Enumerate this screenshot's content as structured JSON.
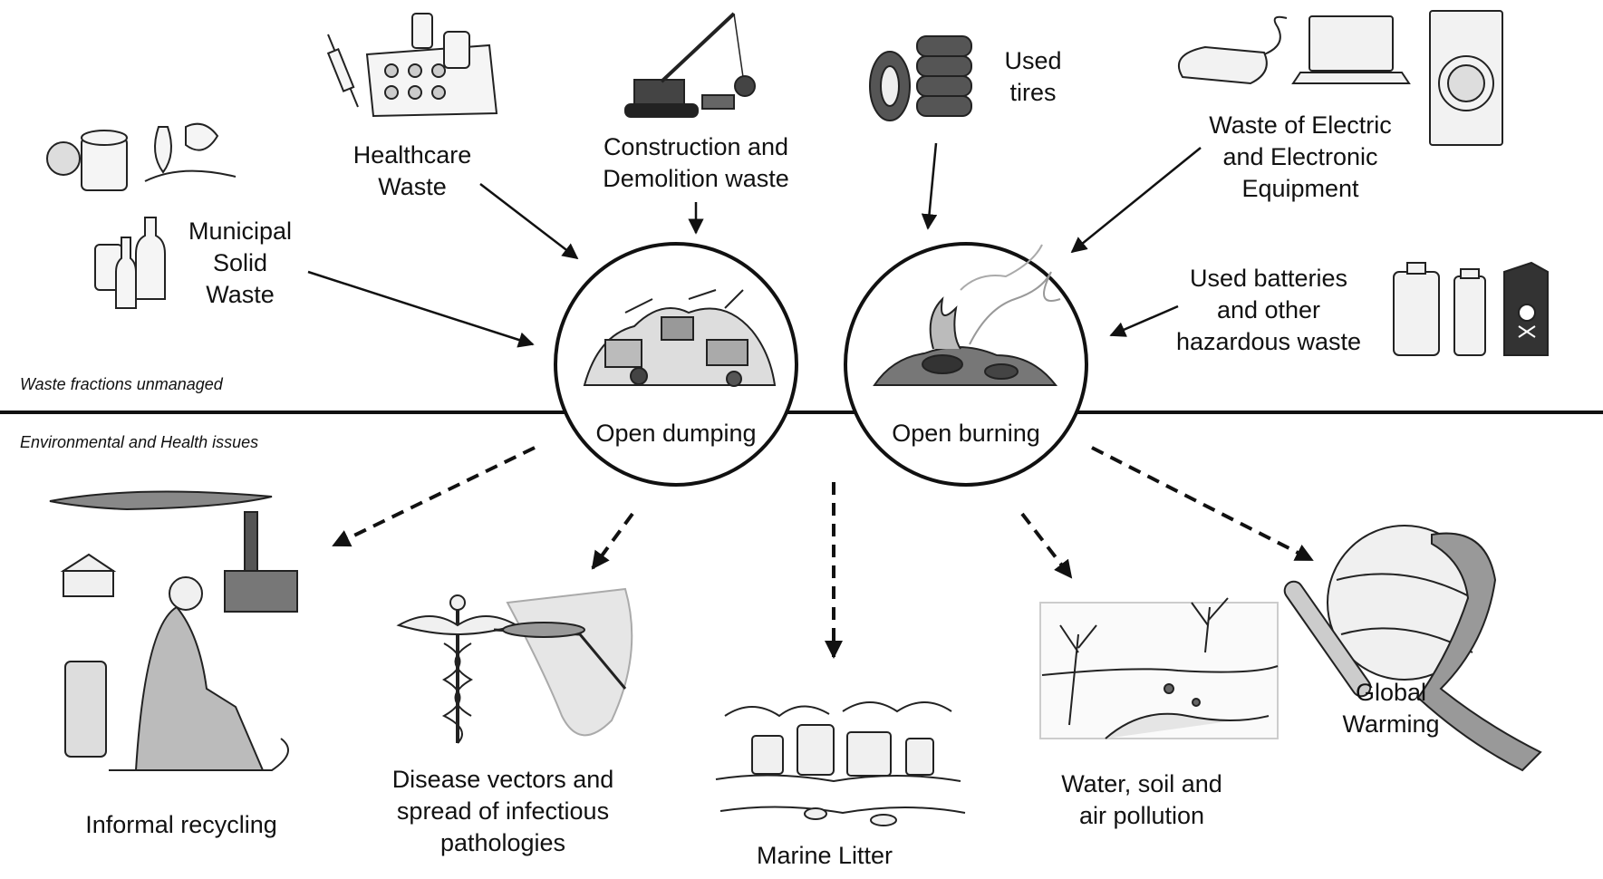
{
  "sections": {
    "top": "Waste fractions unmanaged",
    "bottom": "Environmental and Health issues"
  },
  "hubs": {
    "dumping": "Open dumping",
    "burning": "Open burning"
  },
  "sources": {
    "msw": "Municipal\nSolid\nWaste",
    "healthcare": "Healthcare\nWaste",
    "construction": "Construction and\nDemolition waste",
    "tires": "Used\ntires",
    "weee": "Waste of Electric\nand Electronic\nEquipment",
    "batteries": "Used batteries\nand other\nhazardous waste"
  },
  "impacts": {
    "recycling": "Informal recycling",
    "disease": "Disease vectors and\nspread of infectious\npathologies",
    "marine": "Marine Litter",
    "pollution": "Water, soil and\nair pollution",
    "warming": "Global\nWarming"
  }
}
